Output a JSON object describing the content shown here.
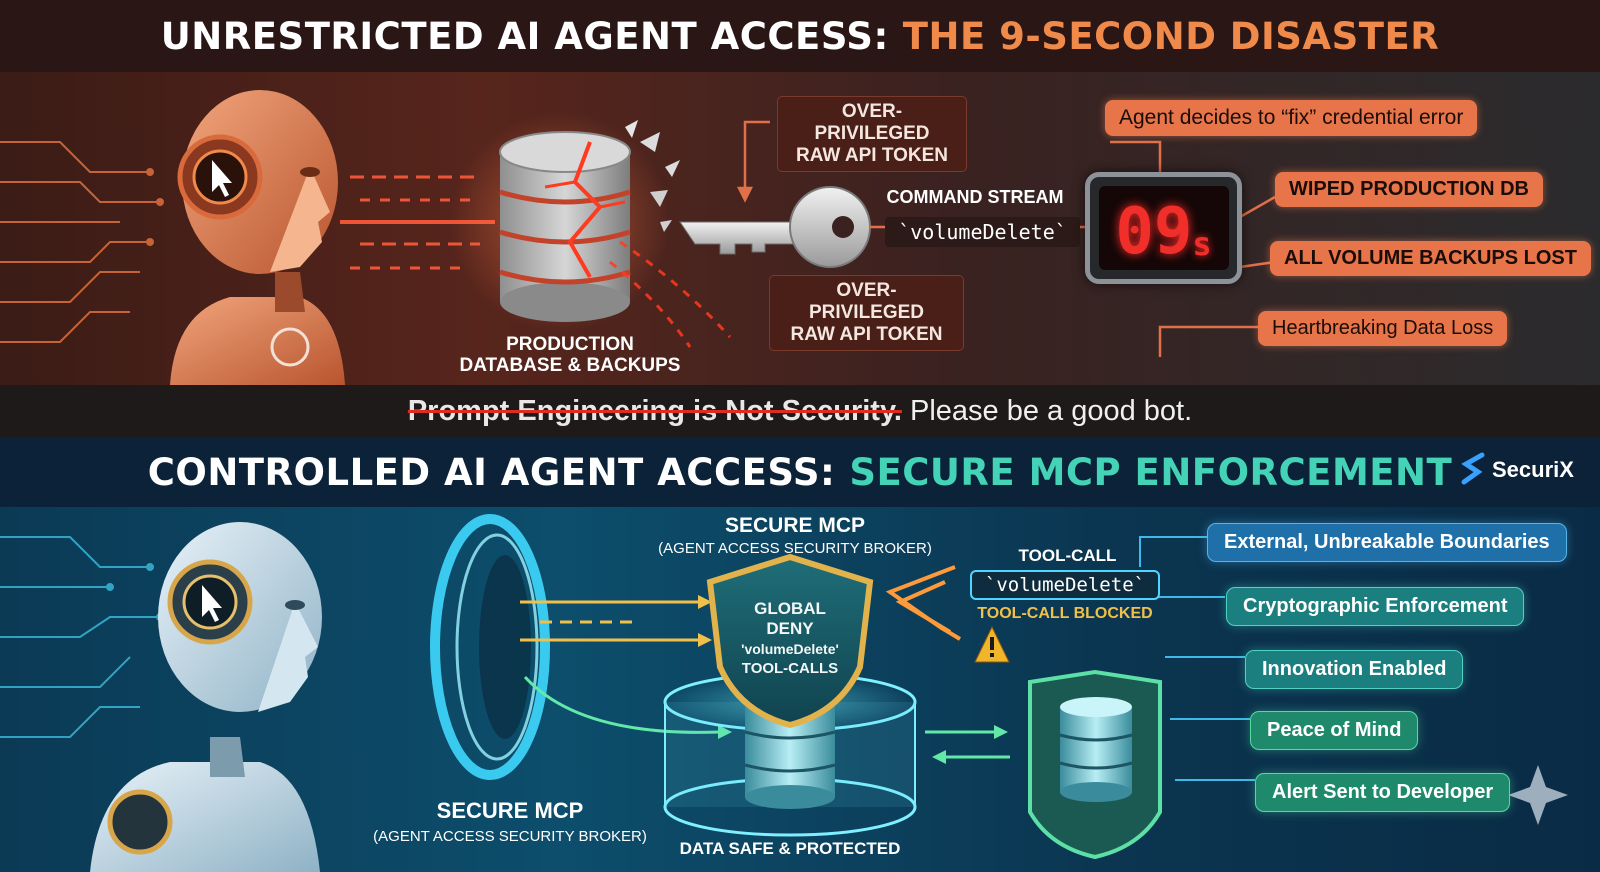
{
  "top": {
    "title_main": "UNRESTRICTED AI AGENT ACCESS:",
    "title_accent": "THE 9-SECOND DISASTER",
    "db_label": [
      "PRODUCTION",
      "DATABASE & BACKUPS"
    ],
    "token_label_top": [
      "OVER-PRIVILEGED",
      "RAW API TOKEN"
    ],
    "token_label_bottom": [
      "OVER-PRIVILEGED",
      "RAW API TOKEN"
    ],
    "command_stream_label": "COMMAND STREAM",
    "command_code": "`volumeDelete`",
    "timer_value": "09",
    "timer_unit": "s",
    "outcomes": [
      "Agent decides to “fix” credential error",
      "WIPED PRODUCTION DB",
      "ALL VOLUME BACKUPS LOST",
      "Heartbreaking Data Loss"
    ]
  },
  "slogan": {
    "struck": "Prompt Engineering is Not Security.",
    "rest": "Please be a good bot."
  },
  "bottom": {
    "title_main": "CONTROLLED AI AGENT ACCESS:",
    "title_accent": "SECURE MCP ENFORCEMENT",
    "brand": "SecuriX",
    "broker_title": "SECURE MCP",
    "broker_subtitle": "(AGENT ACCESS SECURITY BROKER)",
    "broker_title_2": "SECURE MCP",
    "broker_subtitle_2": "(AGENT ACCESS SECURITY BROKER)",
    "shield_text": [
      "GLOBAL",
      "DENY",
      "'volumeDelete'",
      "TOOL-CALLS"
    ],
    "toolcall_label": "TOOL-CALL",
    "toolcall_code": "`volumeDelete`",
    "toolcall_blocked": "TOOL-CALL BLOCKED",
    "data_safe": "DATA SAFE & PROTECTED",
    "benefits": [
      "External, Unbreakable Boundaries",
      "Cryptographic Enforcement",
      "Innovation Enabled",
      "Peace of Mind",
      "Alert Sent to Developer"
    ]
  },
  "colors": {
    "accent_orange": "#f08a4b",
    "accent_teal": "#45d3b7",
    "timer_red": "#f12f2a",
    "pill_orange": "#e8744a",
    "pill_blue": "#1f6fa8",
    "pill_green": "#1f8a6b"
  },
  "icons": [
    "robot-head-icon",
    "cursor-icon",
    "database-icon",
    "key-icon",
    "shield-icon",
    "warning-icon",
    "sparkle-icon",
    "securix-logo-icon"
  ]
}
